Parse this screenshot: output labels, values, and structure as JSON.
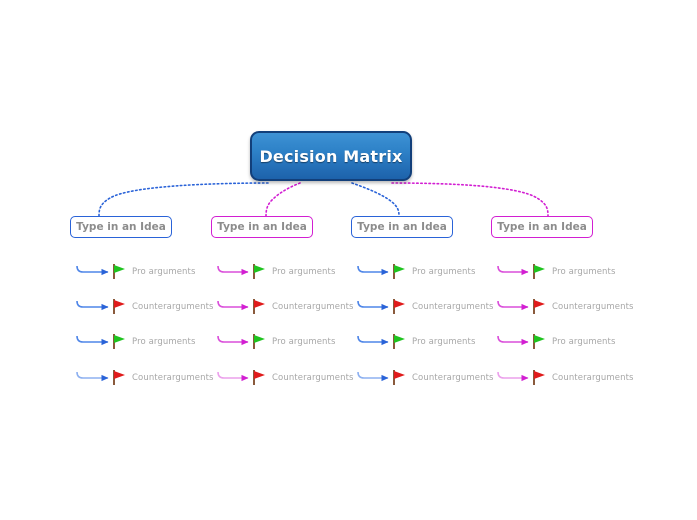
{
  "diagram": {
    "type": "mind-map",
    "title": "Decision Matrix",
    "root": {
      "label": "Decision Matrix",
      "fill_top": "#3e92d4",
      "fill_bottom": "#1d62ab",
      "border_color": "#123f7a",
      "text_color": "#ffffff"
    },
    "branches": [
      {
        "label": "Type in an Idea",
        "color": "#2a63d8",
        "color_name": "blue",
        "leaves": [
          {
            "label": "Pro arguments",
            "icon": "green-flag-icon",
            "icon_color": "#1fc41f"
          },
          {
            "label": "Counterarguments",
            "icon": "red-flag-icon",
            "icon_color": "#e01b1b"
          },
          {
            "label": "Pro arguments",
            "icon": "green-flag-icon",
            "icon_color": "#1fc41f"
          },
          {
            "label": "Counterarguments",
            "icon": "red-flag-icon",
            "icon_color": "#e01b1b"
          }
        ]
      },
      {
        "label": "Type in an Idea",
        "color": "#d21fd2",
        "color_name": "purple",
        "leaves": [
          {
            "label": "Pro arguments",
            "icon": "green-flag-icon",
            "icon_color": "#1fc41f"
          },
          {
            "label": "Counterarguments",
            "icon": "red-flag-icon",
            "icon_color": "#e01b1b"
          },
          {
            "label": "Pro arguments",
            "icon": "green-flag-icon",
            "icon_color": "#1fc41f"
          },
          {
            "label": "Counterarguments",
            "icon": "red-flag-icon",
            "icon_color": "#e01b1b"
          }
        ]
      },
      {
        "label": "Type in an Idea",
        "color": "#2a63d8",
        "color_name": "blue",
        "leaves": [
          {
            "label": "Pro arguments",
            "icon": "green-flag-icon",
            "icon_color": "#1fc41f"
          },
          {
            "label": "Counterarguments",
            "icon": "red-flag-icon",
            "icon_color": "#e01b1b"
          },
          {
            "label": "Pro arguments",
            "icon": "green-flag-icon",
            "icon_color": "#1fc41f"
          },
          {
            "label": "Counterarguments",
            "icon": "red-flag-icon",
            "icon_color": "#e01b1b"
          }
        ]
      },
      {
        "label": "Type in an Idea",
        "color": "#d21fd2",
        "color_name": "purple",
        "leaves": [
          {
            "label": "Pro arguments",
            "icon": "green-flag-icon",
            "icon_color": "#1fc41f"
          },
          {
            "label": "Counterarguments",
            "icon": "red-flag-icon",
            "icon_color": "#e01b1b"
          },
          {
            "label": "Pro arguments",
            "icon": "green-flag-icon",
            "icon_color": "#1fc41f"
          },
          {
            "label": "Counterarguments",
            "icon": "red-flag-icon",
            "icon_color": "#e01b1b"
          }
        ]
      }
    ],
    "canvas": {
      "background": "#ffffff"
    }
  }
}
